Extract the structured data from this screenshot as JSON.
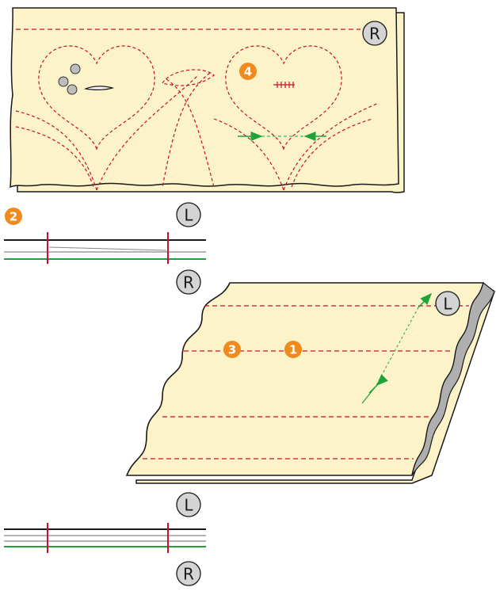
{
  "colors": {
    "fabric": "#FDF3C9",
    "outline": "#1a1a1a",
    "stitch_red": "#C8102E",
    "seam_green": "#1FA33A",
    "step_orange": "#F08A1C",
    "label_gray": "#D4D4D4"
  },
  "steps": {
    "one": "1",
    "two": "2",
    "three": "3",
    "four": "4"
  },
  "labels": {
    "right_top": "R",
    "left_mid": "L",
    "right_mid": "R",
    "left_fold": "L",
    "left_lower": "L",
    "right_bottom": "R"
  }
}
